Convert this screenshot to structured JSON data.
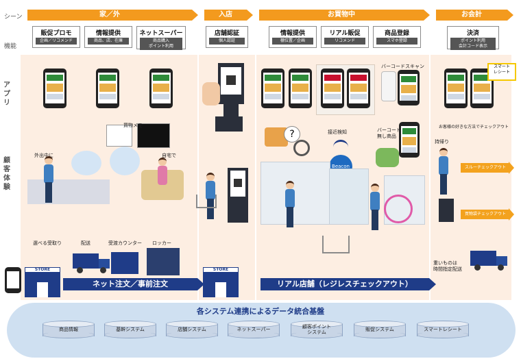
{
  "labels": {
    "scene": "シーン",
    "function": "機能",
    "app": "アプリ",
    "customer": "顧客体験"
  },
  "scenes": [
    {
      "label": "家／外"
    },
    {
      "label": "入店"
    },
    {
      "label": "お買物中"
    },
    {
      "label": "お会計"
    }
  ],
  "functions": [
    {
      "title": "販促プロモ",
      "sub": "企画／リコメンド"
    },
    {
      "title": "情報提供",
      "sub": "商品、店、在庫"
    },
    {
      "title": "ネットスーパー",
      "sub": "商品購入\nポイント利用"
    },
    {
      "title": "店舗認証",
      "sub": "個人認証"
    },
    {
      "title": "情報提供",
      "sub": "棚位置／企画"
    },
    {
      "title": "リアル販促",
      "sub": "リコメンド"
    },
    {
      "title": "商品登録",
      "sub": "スマホ登録"
    },
    {
      "title": "決済",
      "sub": "ポイント利用\n会計コード表示"
    }
  ],
  "scene_text": {
    "shopping_memo": "買物メモ",
    "out": "外出中に",
    "home": "自宅で",
    "pickup_options": "選べる受取り",
    "delivery": "配送",
    "counter": "受渡カウンター",
    "locker": "ロッカー",
    "proximity": "接近検知",
    "beacon": "Beacon",
    "barcode_scan": "バーコードスキャン",
    "barcode_free": "バーコード\n無し商品",
    "checkout_choice": "お客様の好きな方法でチェックアウト",
    "carry": "持帰り",
    "thru_checkout": "スルーチェックアウト",
    "bag_checkout": "買物袋チェックアウト",
    "heavy_delivery": "重いものは\n時間指定配送",
    "smart_receipt": "スマート\nレシート",
    "store": "STORE"
  },
  "bars": {
    "net": "ネット注文／事前注文",
    "real": "リアル店舗（レジレスチェックアウト）"
  },
  "platform": {
    "title": "各システム連携によるデータ統合基盤",
    "systems": [
      {
        "label": "商品情報"
      },
      {
        "label": "基幹システム"
      },
      {
        "label": "店舗システム"
      },
      {
        "label": "ネットスーパー"
      },
      {
        "label": "顧客ポイント\nシステム"
      },
      {
        "label": "販促システム"
      },
      {
        "label": "スマートレシート"
      }
    ]
  },
  "colors": {
    "scene_orange": "#f39a1e",
    "bar_navy": "#1f3c88",
    "panel_peach": "#fdeee2",
    "platform_blue": "#cfe0f1"
  }
}
